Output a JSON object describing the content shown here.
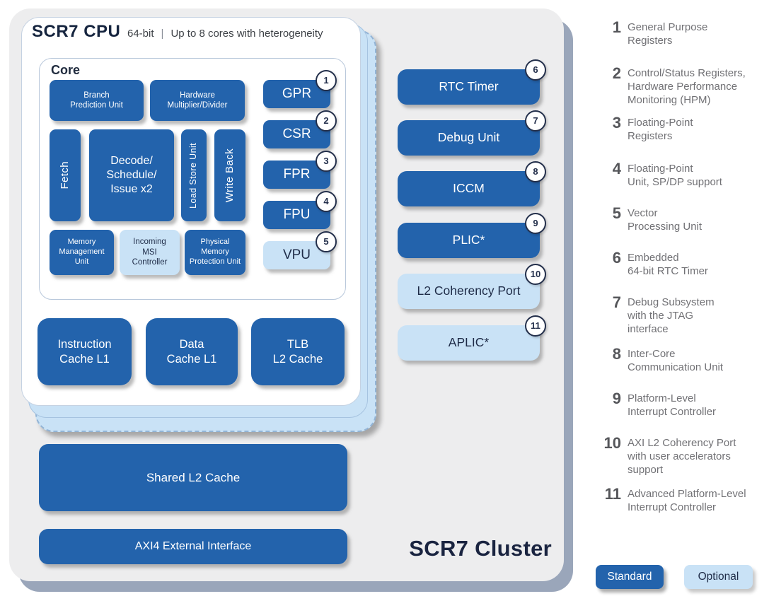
{
  "colors": {
    "standard": "#2363AC",
    "optional": "#C9E2F6",
    "panel": "#EDEDEE",
    "panel_shadow": "#9AA6BA",
    "navy": "#16253F"
  },
  "cluster": {
    "label": "SCR7 Cluster"
  },
  "cpu": {
    "title": "SCR7 CPU",
    "subtitle": {
      "bits": "64-bit",
      "divider": "|",
      "cores": "Up to 8 cores with heterogeneity"
    },
    "core_label": "Core"
  },
  "blocks": {
    "branch_prediction": {
      "label": "Branch\nPrediction Unit"
    },
    "hw_muldiv": {
      "label": "Hardware\nMultiplier/Divider"
    },
    "gpr": {
      "label": "GPR",
      "badge": "1"
    },
    "csr": {
      "label": "CSR",
      "badge": "2"
    },
    "fpr": {
      "label": "FPR",
      "badge": "3"
    },
    "fpu": {
      "label": "FPU",
      "badge": "4"
    },
    "vpu": {
      "label": "VPU",
      "badge": "5",
      "type": "optional"
    },
    "fetch": {
      "label": "Fetch"
    },
    "decode": {
      "label": "Decode/\nSchedule/\nIssue x2"
    },
    "load_store": {
      "label": "Load Store Unit"
    },
    "write_back": {
      "label": "Write Back"
    },
    "mmu": {
      "label": "Memory\nManagement\nUnit"
    },
    "incoming_msi": {
      "label": "Incoming\nMSI\nController",
      "type": "optional"
    },
    "pmp": {
      "label": "Physical\nMemory\nProtection Unit"
    },
    "icache": {
      "label": "Instruction\nCache L1"
    },
    "dcache": {
      "label": "Data\nCache L1"
    },
    "tlb": {
      "label": "TLB\nL2 Cache"
    },
    "rtc": {
      "label": "RTC Timer",
      "badge": "6"
    },
    "debug": {
      "label": "Debug Unit",
      "badge": "7"
    },
    "iccm": {
      "label": "ICCM",
      "badge": "8"
    },
    "plic": {
      "label": "PLIC*",
      "badge": "9"
    },
    "l2_coherency": {
      "label": "L2 Coherency Port",
      "badge": "10",
      "type": "optional"
    },
    "aplic": {
      "label": "APLIC*",
      "badge": "11",
      "type": "optional"
    },
    "shared_l2": {
      "label": "Shared L2 Cache"
    },
    "axi4": {
      "label": "AXI4 External Interface"
    }
  },
  "legend": {
    "items": [
      {
        "num": "1",
        "text": "General Purpose\nRegisters"
      },
      {
        "num": "2",
        "text": "Control/Status Registers,\nHardware Performance\nMonitoring (HPM)"
      },
      {
        "num": "3",
        "text": "Floating-Point\nRegisters"
      },
      {
        "num": "4",
        "text": "Floating-Point\nUnit, SP/DP support"
      },
      {
        "num": "5",
        "text": "Vector\nProcessing Unit"
      },
      {
        "num": "6",
        "text": "Embedded\n64-bit RTC Timer"
      },
      {
        "num": "7",
        "text": "Debug Subsystem\nwith the JTAG\ninterface"
      },
      {
        "num": "8",
        "text": "Inter-Core\nCommunication Unit"
      },
      {
        "num": "9",
        "text": "Platform-Level\nInterrupt Controller"
      },
      {
        "num": "10",
        "text": "AXI L2 Coherency Port\nwith user  accelerators\nsupport"
      },
      {
        "num": "11",
        "text": "Advanced Platform-Level\nInterrupt Controller"
      }
    ]
  },
  "key": {
    "standard": "Standard",
    "optional": "Optional"
  }
}
